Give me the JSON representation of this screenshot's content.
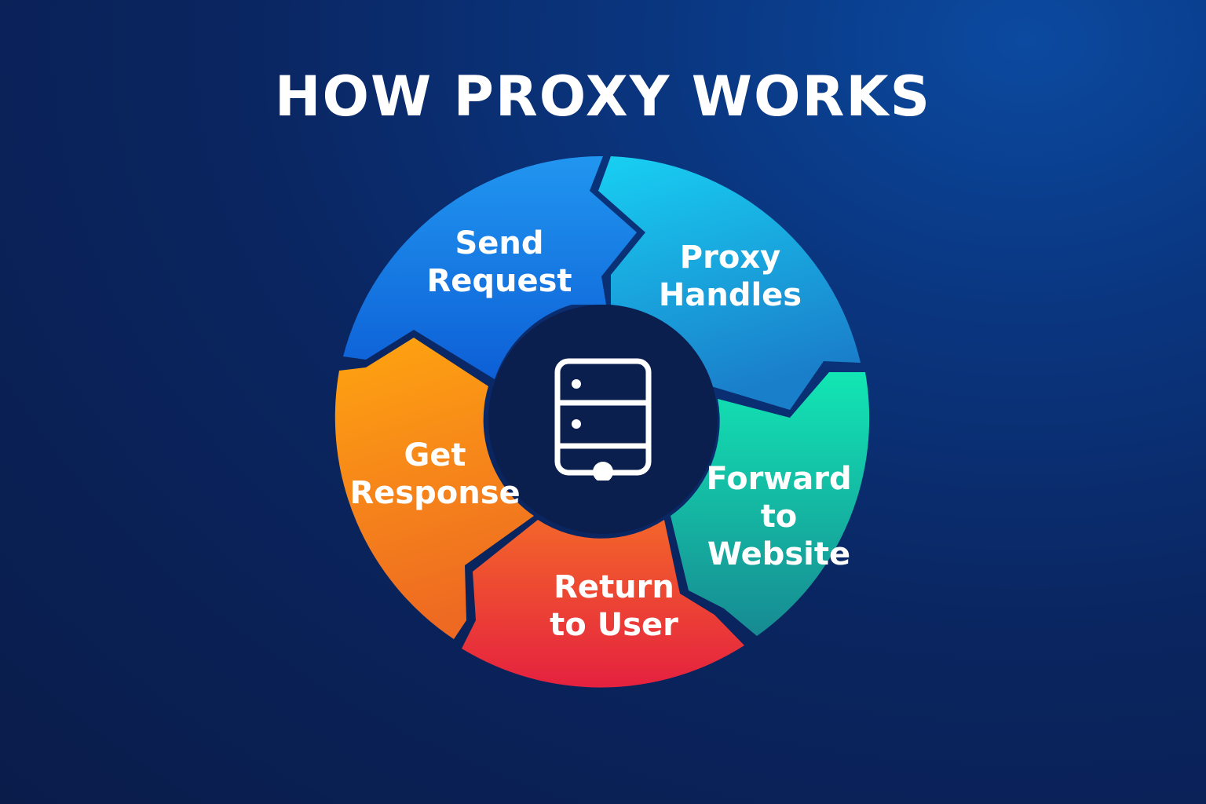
{
  "title": "HOW PROXY WORKS",
  "center": {
    "icon": "server-icon"
  },
  "segments": [
    {
      "id": "send-request",
      "line1": "Send",
      "line2": "Request",
      "line3": "",
      "color_start": "#1b86ee",
      "color_end": "#0f5fd8"
    },
    {
      "id": "proxy-handles",
      "line1": "Proxy",
      "line2": "Handles",
      "line3": "",
      "color_start": "#19c8f0",
      "color_end": "#1a86d0"
    },
    {
      "id": "forward",
      "line1": "Forward",
      "line2": "to",
      "line3": "Website",
      "color_start": "#17e0b0",
      "color_end": "#16938f"
    },
    {
      "id": "return",
      "line1": "Return",
      "line2": "to User",
      "line3": "",
      "color_start": "#f26a2a",
      "color_end": "#e8283f"
    },
    {
      "id": "get-response",
      "line1": "Get",
      "line2": "Response",
      "line3": "",
      "color_start": "#ffa312",
      "color_end": "#f06f22"
    }
  ]
}
